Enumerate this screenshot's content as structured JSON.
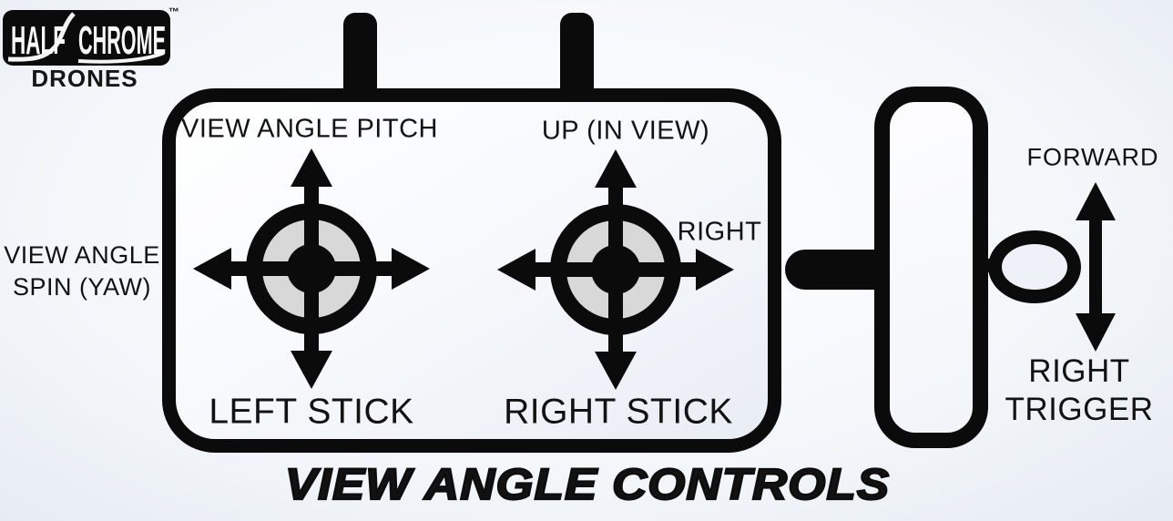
{
  "brand": {
    "word1": "HALF",
    "word2": "CHROME",
    "trademark": "™",
    "subtitle": "DRONES"
  },
  "labels": {
    "view_angle_pitch": "VIEW ANGLE PITCH",
    "up_in_view": "UP (IN VIEW)",
    "spin_line1": "VIEW ANGLE",
    "spin_line2": "SPIN (YAW)",
    "right": "RIGHT",
    "left_stick": "LEFT STICK",
    "right_stick": "RIGHT STICK",
    "forward": "FORWARD",
    "trigger_line1": "RIGHT",
    "trigger_line2": "TRIGGER",
    "title": "VIEW ANGLE CONTROLS"
  },
  "colors": {
    "ink": "#0b0b0b",
    "stick_fill": "#d8d8d8",
    "background_edge": "#cbd4e3",
    "panel_fill": "#f5f8fb"
  }
}
